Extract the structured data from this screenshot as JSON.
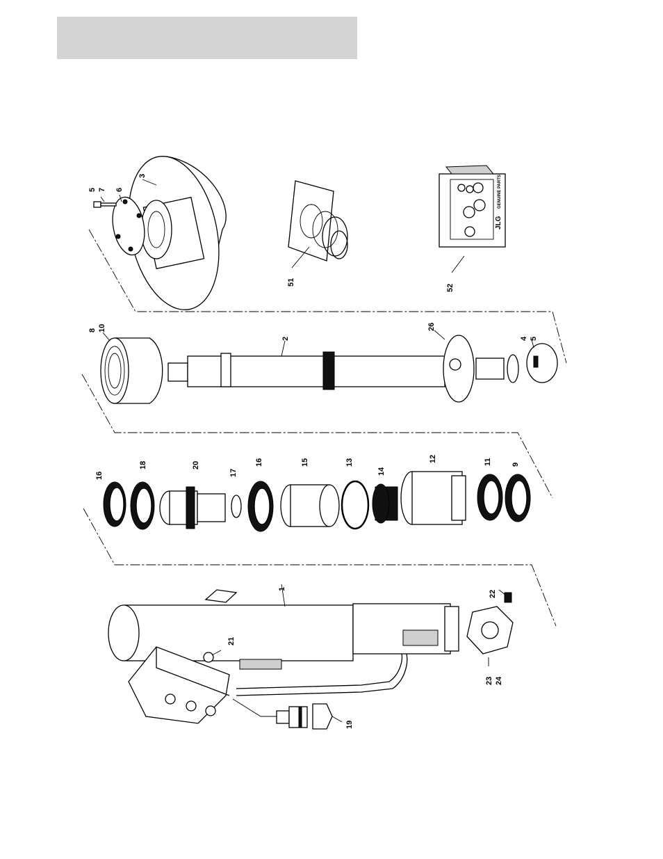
{
  "header": {
    "fill_color": "#d4d4d4"
  },
  "callouts": {
    "c1": "1",
    "c2": "2",
    "c3": "3",
    "c4": "4",
    "c5a": "5",
    "c5b": "5",
    "c6": "6",
    "c7": "7",
    "c8": "8",
    "c9": "9",
    "c10": "10",
    "c11": "11",
    "c12": "12",
    "c13": "13",
    "c14": "14",
    "c15": "15",
    "c16a": "16",
    "c16b": "16",
    "c17": "17",
    "c18": "18",
    "c19": "19",
    "c20": "20",
    "c21": "21",
    "c22": "22",
    "c23": "23",
    "c24": "24",
    "c26": "26",
    "c51": "51",
    "c52": "52"
  },
  "parts_box_label": "GENUINE PARTS",
  "parts_box_logo": "JLG"
}
